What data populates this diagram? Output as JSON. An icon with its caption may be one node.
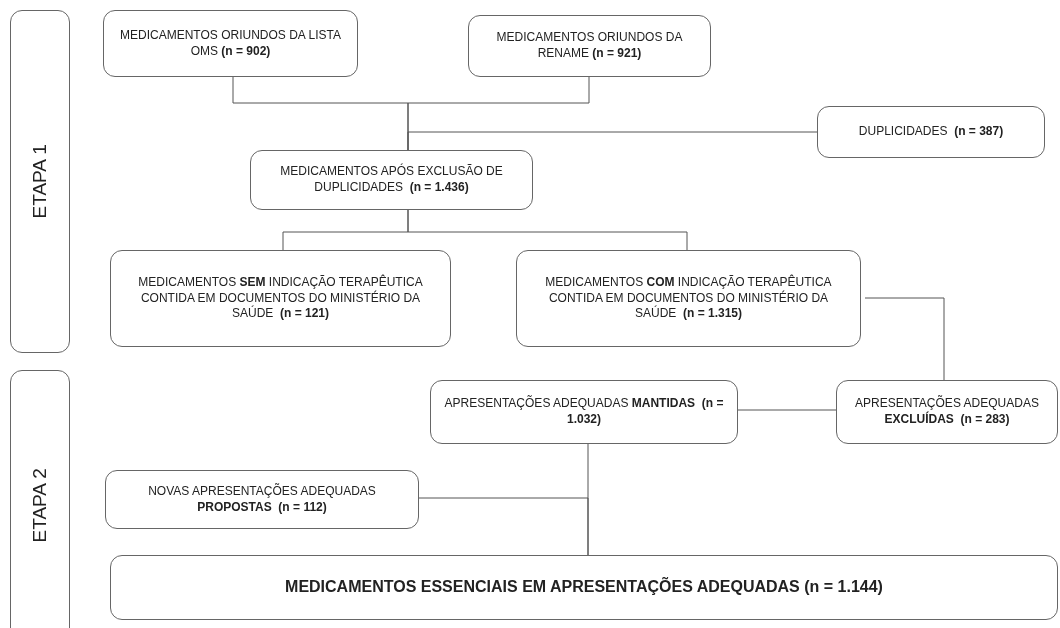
{
  "diagram": {
    "nodes": [
      {
        "text": [
          "ETAPA 1"
        ]
      },
      {
        "text": [
          "ETAPA 2"
        ]
      },
      {
        "text": [
          "MEDICAMENTOS ORIUNDOS DA LISTA OMS **(n = 902)**"
        ]
      },
      {
        "text": [
          "MEDICAMENTOS ORIUNDOS DA RENAME **(n = 921)**"
        ]
      },
      {
        "text": [
          "DUPLICIDADES  **(n = 387)**"
        ]
      },
      {
        "text": [
          "MEDICAMENTOS APÓS EXCLUSÃO DE DUPLICIDADES  **(n = 1.436)**"
        ]
      },
      {
        "text": [
          "MEDICAMENTOS **SEM** INDICAÇÃO TERAPÊUTICA CONTIDA EM DOCUMENTOS DO MINISTÉRIO DA SAÚDE  **(n = 121)**"
        ]
      },
      {
        "text": [
          "MEDICAMENTOS **COM** INDICAÇÃO TERAPÊUTICA CONTIDA EM DOCUMENTOS DO MINISTÉRIO DA SAÚDE  **(n = 1.315)**"
        ]
      },
      {
        "text": [
          "APRESENTAÇÕES ADEQUADAS **MANTIDAS  (n = 1.032)**"
        ]
      },
      {
        "text": [
          "APRESENTAÇÕES ADEQUADAS **EXCLUÍDAS  (n = 283)**"
        ]
      },
      {
        "text": [
          "NOVAS APRESENTAÇÕES ADEQUADAS **PROPOSTAS  (n = 112)**"
        ]
      },
      {
        "text": [
          "MEDICAMENTOS ESSENCIAIS EM APRESENTAÇÕES ADEQUADAS (n = 1.144)"
        ]
      }
    ],
    "edges": [
      {
        "from": 2,
        "to": 5,
        "arrow": "none"
      },
      {
        "from": 3,
        "to": 5,
        "arrow": "none"
      },
      {
        "from": 5,
        "to": 4,
        "arrow": "none"
      },
      {
        "from": 5,
        "to": 6,
        "arrow": "none"
      },
      {
        "from": 5,
        "to": 7,
        "arrow": "none"
      },
      {
        "from": 7,
        "to": 9,
        "arrow": "none"
      },
      {
        "from": 8,
        "to": 9,
        "arrow": "none"
      },
      {
        "from": 8,
        "to": 11,
        "arrow": "none"
      },
      {
        "from": 10,
        "to": 11,
        "arrow": "none"
      }
    ]
  }
}
